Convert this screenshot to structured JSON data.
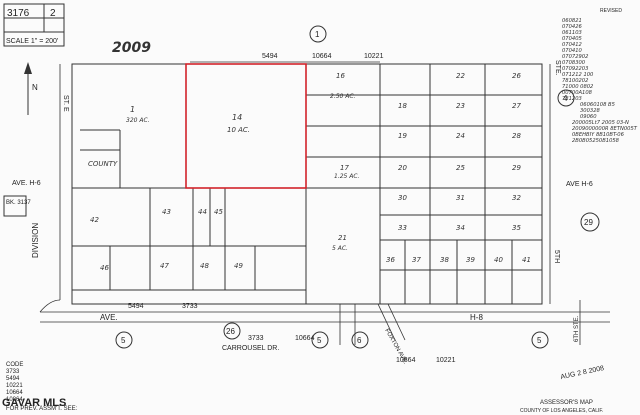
{
  "header": {
    "map_book": "3176",
    "map_page": "2",
    "scale_label": "SCALE 1\" = 200'",
    "year_mark": "2009",
    "revised_label": "REVISED"
  },
  "streets": {
    "st_e": "ST. E",
    "ste_right": "STE.",
    "ave_h6_left": "AVE. H-6",
    "ave_h6_right": "AVE H-6",
    "division": "DIVISION",
    "ave_bottom": "AVE.",
    "h8": "H-8",
    "carrousel": "CARROUSEL DR.",
    "foxton": "FOXTON AVE.",
    "fifth": "5TH",
    "sixth": "6TH STE."
  },
  "codes_line": {
    "top_a": "5494",
    "top_b": "10664",
    "top_c": "10221",
    "bot_a": "5494",
    "bot_b": "3733",
    "bot_c": "3733",
    "bot_d": "10664",
    "bot_e": "10864",
    "bot_f": "10221"
  },
  "circles": {
    "c1": "1",
    "c4": "4",
    "c29": "29",
    "c5": "5",
    "c26": "26",
    "c5b": "5",
    "c6": "6",
    "c5c": "5",
    "bk_label": "BK. 3137"
  },
  "parcels": {
    "p14": "14",
    "p14_area": "10 AC.",
    "p1": "1",
    "p1_area": "320 AC.",
    "p_county": "COUNTY",
    "p16": "16",
    "p17": "17",
    "p18": "18",
    "p19": "19",
    "p20": "20",
    "p21": "21",
    "p21_area": "5 AC.",
    "p22": "22",
    "p23": "23",
    "p24": "24",
    "p25": "25",
    "p26": "26",
    "p27": "27",
    "p28": "28",
    "p29": "29",
    "p30": "30",
    "p31": "31",
    "p32": "32",
    "p33": "33",
    "p34": "34",
    "p35": "35",
    "p36": "36",
    "p37": "37",
    "p38": "38",
    "p39": "39",
    "p40": "40",
    "p41": "41",
    "p42": "42",
    "p43": "43",
    "p44": "44",
    "p45": "45",
    "p46": "46",
    "p47": "47",
    "p48": "48",
    "p49": "49",
    "area_250": "2.50 AC.",
    "area_125": "1.25 AC."
  },
  "legend": {
    "code": "CODE",
    "c1": "3733",
    "c2": "5494",
    "c3": "10221",
    "c4": "10664",
    "c5": "10864",
    "prev": "FOR PREV. ASSM'T. SEE:"
  },
  "stamp": {
    "date": "AUG 2 8 2008"
  },
  "footer": {
    "assessor": "ASSESSOR'S MAP",
    "county": "COUNTY OF LOS ANGELES, CALIF."
  },
  "watermark": "GAVAR MLS",
  "revisions": [
    "060821",
    "070426",
    "061103",
    "070405",
    "070412",
    "070410",
    "07072902",
    "0708300",
    "07092203",
    "071212 100",
    "78100202",
    "71000 0802",
    "00700A108",
    "781203",
    "06060108 B5",
    "300328",
    "09060",
    "200005Lt7 2005 03-N",
    "2009000000R 8ETN005T",
    "0BEHBIY 8B10BT-06",
    "2B0B05250B1058"
  ]
}
